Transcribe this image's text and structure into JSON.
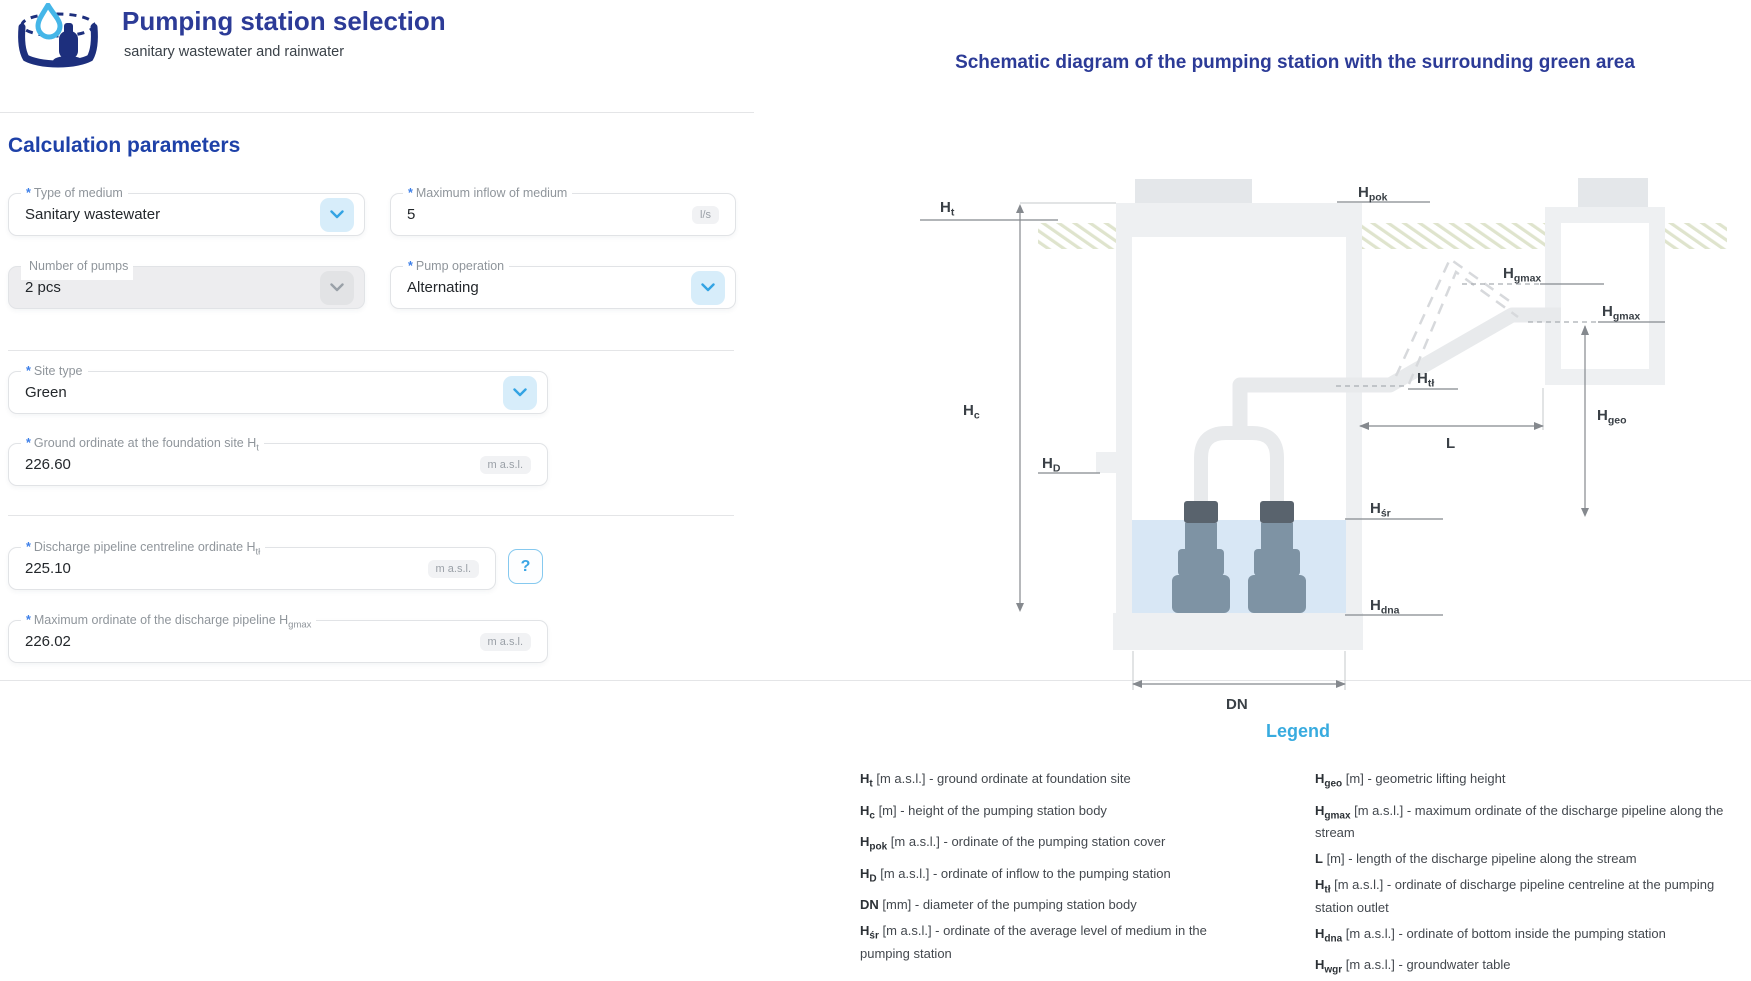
{
  "app": {
    "title": "Pumping station selection",
    "subtitle": "sanitary wastewater and rainwater"
  },
  "section": {
    "title": "Calculation parameters"
  },
  "diagram": {
    "title": "Schematic diagram of the pumping station with the surrounding green area",
    "labels": {
      "ht": {
        "main": "H",
        "sub": "t"
      },
      "hc": {
        "main": "H",
        "sub": "c"
      },
      "hpok": {
        "main": "H",
        "sub": "pok"
      },
      "hd": {
        "main": "H",
        "sub": "D"
      },
      "hsr": {
        "main": "H",
        "sub": "śr"
      },
      "hdna": {
        "main": "H",
        "sub": "dna"
      },
      "htl": {
        "main": "H",
        "sub": "tł"
      },
      "hgmax": {
        "main": "H",
        "sub": "gmax"
      },
      "hgeo": {
        "main": "H",
        "sub": "geo"
      },
      "l": {
        "main": "L",
        "sub": ""
      },
      "dn": {
        "main": "DN",
        "sub": ""
      }
    }
  },
  "form": {
    "help_label": "?",
    "fields": [
      {
        "mark": "*",
        "label": "Type of medium",
        "label_sub": "",
        "value": "Sanitary wastewater"
      },
      {
        "mark": "*",
        "label": "Maximum inflow of medium",
        "label_sub": "",
        "value": "5",
        "unit": "l/s"
      },
      {
        "mark": "",
        "label": "Number of pumps",
        "label_sub": "",
        "value": "2 pcs"
      },
      {
        "mark": "*",
        "label": "Pump operation",
        "label_sub": "",
        "value": "Alternating"
      },
      {
        "mark": "*",
        "label": "Site type",
        "label_sub": "",
        "value": "Green"
      },
      {
        "mark": "*",
        "label": "Ground ordinate at the foundation site H",
        "label_sub": "t",
        "value": "226.60",
        "unit": "m a.s.l."
      },
      {
        "mark": "*",
        "label": "Discharge pipeline centreline ordinate H",
        "label_sub": "tł",
        "value": "225.10",
        "unit": "m a.s.l."
      },
      {
        "mark": "*",
        "label": "Maximum ordinate of the discharge pipeline H",
        "label_sub": "gmax",
        "value": "226.02",
        "unit": "m a.s.l."
      }
    ]
  },
  "legend": {
    "title": "Legend",
    "left": [
      {
        "sym": "H",
        "sub": "t",
        "unit": "[m a.s.l.]",
        "text": "ground ordinate at foundation site"
      },
      {
        "sym": "H",
        "sub": "c",
        "unit": "[m]",
        "text": "height of the pumping station body"
      },
      {
        "sym": "H",
        "sub": "pok",
        "unit": "[m a.s.l.]",
        "text": "ordinate of the pumping station cover"
      },
      {
        "sym": "H",
        "sub": "D",
        "unit": "[m a.s.l.]",
        "text": "ordinate of inflow to the pumping station"
      },
      {
        "sym": "DN",
        "sub": "",
        "unit": "[mm]",
        "text": "diameter of the pumping station body"
      },
      {
        "sym": "H",
        "sub": "śr",
        "unit": "[m a.s.l.]",
        "text": "ordinate of the average level of medium in the pumping station"
      }
    ],
    "right": [
      {
        "sym": "H",
        "sub": "geo",
        "unit": "[m]",
        "text": "geometric lifting height"
      },
      {
        "sym": "H",
        "sub": "gmax",
        "unit": "[m a.s.l.]",
        "text": "maximum ordinate of the discharge pipeline along the stream"
      },
      {
        "sym": "L",
        "sub": "",
        "unit": "[m]",
        "text": "length of the discharge pipeline along the stream"
      },
      {
        "sym": "H",
        "sub": "tł",
        "unit": "[m a.s.l.]",
        "text": "ordinate of discharge pipeline centreline at the pumping station outlet"
      },
      {
        "sym": "H",
        "sub": "dna",
        "unit": "[m a.s.l.]",
        "text": "ordinate of bottom inside the pumping station"
      },
      {
        "sym": "H",
        "sub": "wgr",
        "unit": "[m a.s.l.]",
        "text": "groundwater table"
      }
    ]
  },
  "colors": {
    "heading_blue": "#2c3b97",
    "accent_blue": "#1e41a8",
    "legend_blue": "#38abdf",
    "water": "#d8e7f5",
    "structure_gray": "#eef0f2",
    "pump_body": "#7e93a4",
    "hatch_green": "#dfe4cd"
  }
}
